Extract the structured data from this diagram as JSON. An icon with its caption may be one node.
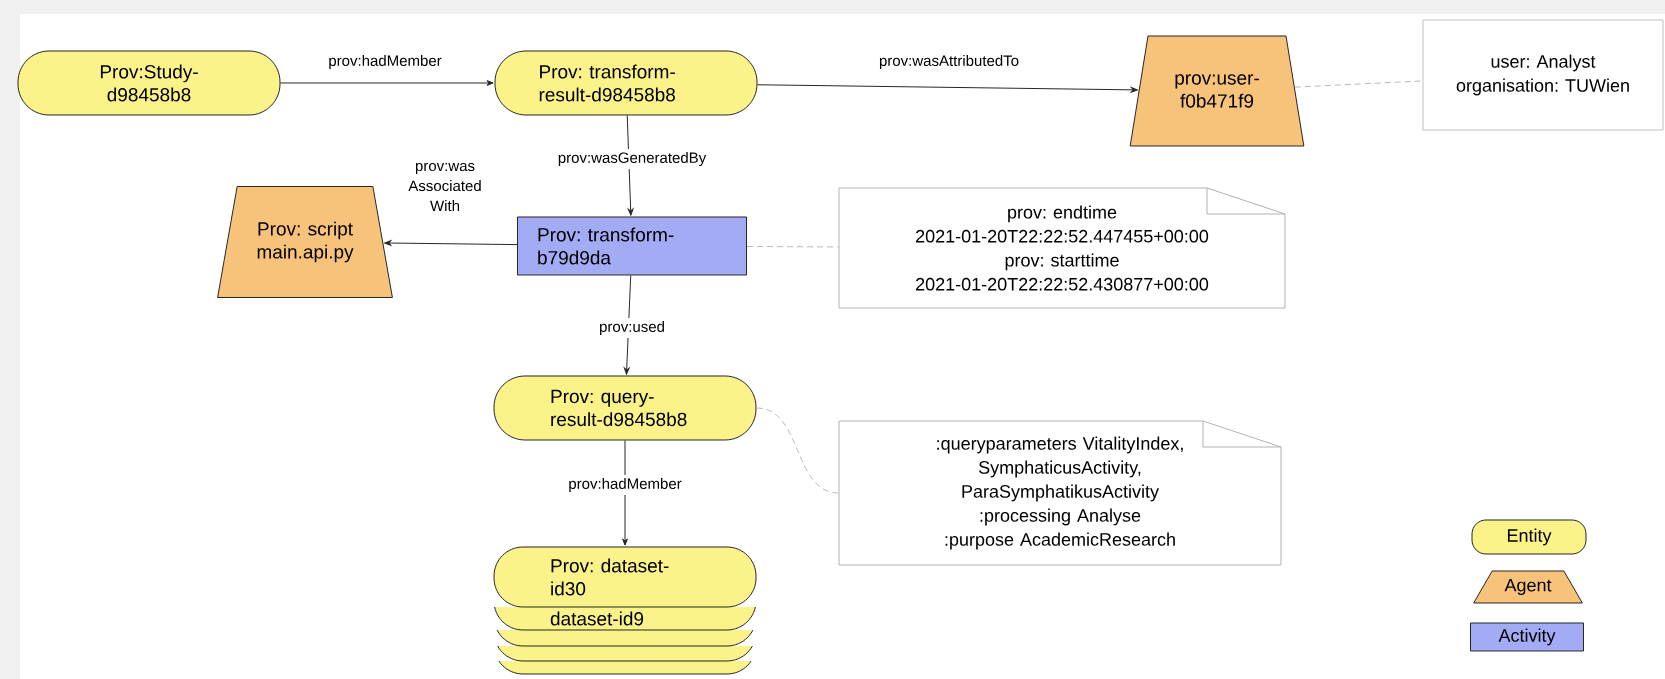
{
  "diagram": {
    "nodes": [
      {
        "text": [
          "Prov:Study-d98458b8"
        ]
      },
      {
        "text": [
          "Prov: transform-result-d98458b8"
        ]
      },
      {
        "text": [
          "prov:user-f0b471f9"
        ]
      },
      {
        "text": [
          "user: Analyst",
          "organisation: TUWien"
        ]
      },
      {
        "text": [
          "Prov: transform-b79d9da"
        ]
      },
      {
        "text": [
          "Prov: script main.api.py"
        ]
      },
      {
        "text": [
          "prov: endtime",
          "2021-01-20T22:22:52.447455+00:00",
          "prov: starttime",
          "2021-01-20T22:22:52.430877+00:00"
        ]
      },
      {
        "text": [
          "Prov: query-result-d98458b8"
        ]
      },
      {
        "text": [
          ":queryparameters  VitalityIndex, SymphaticusActivity, ParaSymphatikusActivity",
          ":processing Analyse",
          ":purpose AcademicResearch"
        ]
      },
      {
        "text": [
          "Prov: dataset-id30"
        ]
      },
      {
        "text": [
          "dataset-id9"
        ]
      },
      {
        "text": [],
        "shape": "pill"
      },
      {
        "text": [],
        "shape": "pill"
      },
      {
        "text": [],
        "shape": "pill"
      }
    ],
    "edges": [
      {
        "from": 0,
        "to": 1,
        "arrow": "to",
        "label": "prov:hadMember"
      },
      {
        "from": 1,
        "to": 2,
        "arrow": "to",
        "label": "prov:wasAttributedTo"
      },
      {
        "from": 2,
        "to": 3,
        "arrow": "none",
        "style": "dashed",
        "color": "#b8b8b8"
      },
      {
        "from": 1,
        "to": 4,
        "arrow": "to",
        "label": "prov:wasGeneratedBy"
      },
      {
        "from": 4,
        "to": 5,
        "arrow": "to",
        "label": "prov:was Associated With"
      },
      {
        "from": 4,
        "to": 6,
        "arrow": "none",
        "style": "dashed",
        "color": "#b8b8b8"
      },
      {
        "from": 4,
        "to": 7,
        "arrow": "to",
        "label": "prov:used"
      },
      {
        "from": 7,
        "to": 8,
        "arrow": "none",
        "style": "dashed",
        "color": "#b8b8b8"
      },
      {
        "from": 7,
        "to": 9,
        "arrow": "to",
        "label": "prov:hadMember"
      }
    ],
    "legend": [
      {
        "text": "Entity"
      },
      {
        "text": "Agent"
      },
      {
        "text": "Activity"
      }
    ]
  }
}
